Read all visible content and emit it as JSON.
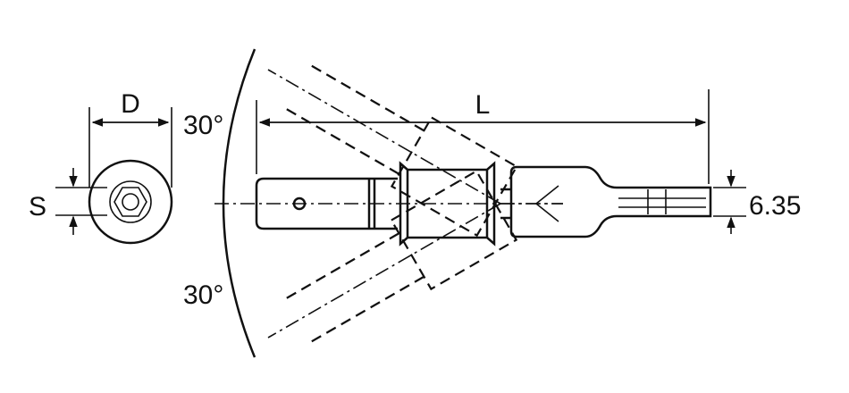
{
  "labels": {
    "diameter": "D",
    "socket_size": "S",
    "length": "L",
    "hex_shank": "6.35",
    "angle_upper": "30°",
    "angle_lower": "30°"
  },
  "colors": {
    "line": "#111111",
    "background": "#ffffff"
  }
}
